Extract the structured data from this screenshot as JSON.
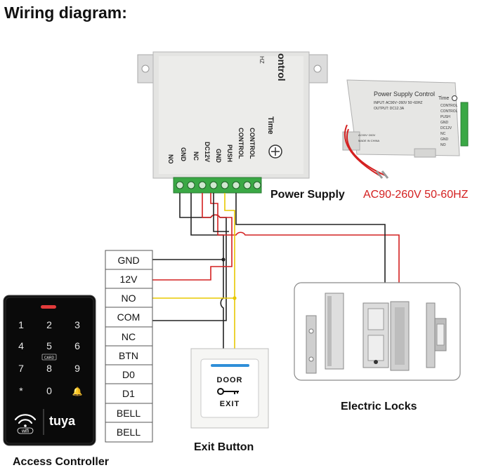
{
  "title": "Wiring diagram:",
  "power_supply": {
    "caption": "Power Supply",
    "input_voltage": "AC90-260V 50-60HZ",
    "body_title_fragment": "ontrol",
    "body_top_fragment": "HZ",
    "time_label": "Time",
    "terminals": [
      "NO",
      "GND",
      "NC",
      "DC12V",
      "GND",
      "PUSH",
      "CONTROL",
      "CONTROL"
    ]
  },
  "small_psu": {
    "title": "Power Supply Control",
    "input_line": "INPUT: AC90V~260V 50~60HZ",
    "output_line": "OUTPUT: DC12.3A",
    "time_label": "Time",
    "ac_label": "AC90V~260V",
    "made_in": "MADE IN CHINA",
    "terminals": [
      "CONTROL",
      "CONTROL",
      "PUSH",
      "GND",
      "DC12V",
      "NC",
      "GND",
      "NO"
    ]
  },
  "controller": {
    "caption": "Access Controller",
    "terminals": [
      "GND",
      "12V",
      "NO",
      "COM",
      "NC",
      "BTN",
      "D0",
      "D1",
      "BELL",
      "BELL"
    ],
    "keys": [
      "1",
      "2",
      "3",
      "4",
      "5",
      "6",
      "7",
      "8",
      "9",
      "*",
      "0",
      "🔔"
    ],
    "card_label": "CARD",
    "wifi_label": "wifi",
    "brand": "tuya"
  },
  "exit_button": {
    "caption": "Exit Button",
    "line1": "DOOR",
    "line2": "EXIT"
  },
  "locks": {
    "caption": "Electric Locks"
  },
  "colors": {
    "red_wire": "#d42020",
    "yellow_wire": "#e8c800",
    "black_wire": "#222222",
    "terminal_green": "#3aa845"
  }
}
